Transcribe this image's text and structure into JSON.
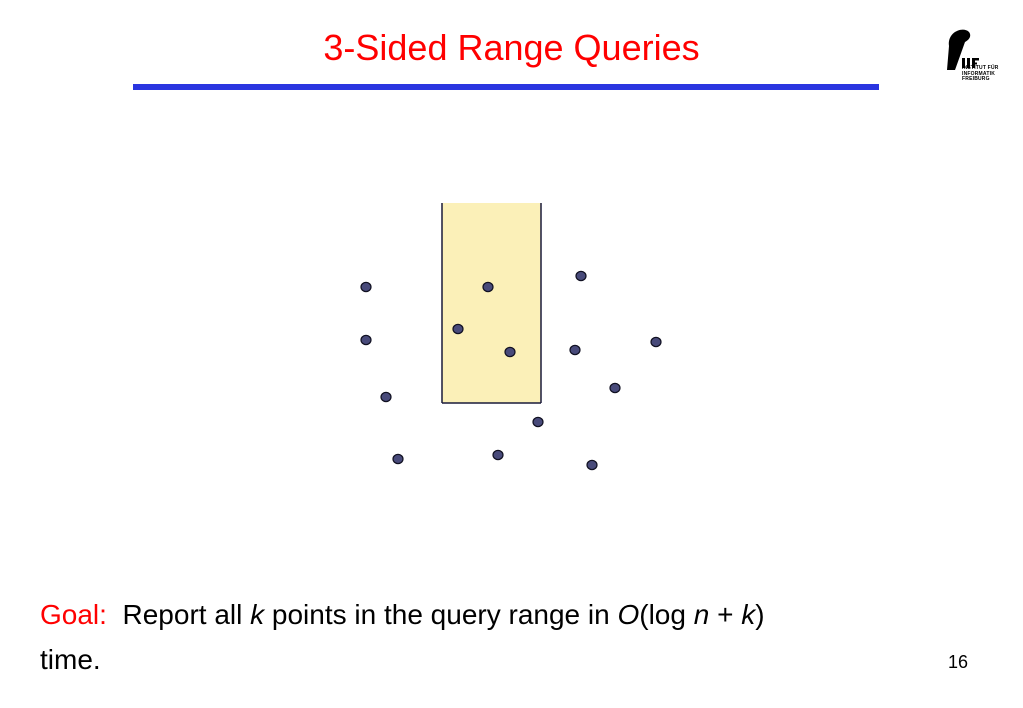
{
  "slide": {
    "title": "3-Sided Range Queries",
    "page_number": "16",
    "logo_text": "INSTITUT FÜR\nINFORMATIK\nFREIBURG",
    "colors": {
      "title": "#ff0000",
      "title_rule": "#2a35e0",
      "query_fill": "#fbf0b8",
      "query_stroke": "#1a1a3a",
      "point_fill": "#484a7a",
      "point_stroke": "#111122"
    }
  },
  "goal": {
    "label": "Goal:",
    "text_1": "Report all ",
    "k1": "k",
    "text_2": " points in the query range in ",
    "big_o": "O",
    "text_3": "(log ",
    "n": "n",
    "text_4": " + ",
    "k2": "k",
    "text_5": ")",
    "text_6": "time."
  }
}
